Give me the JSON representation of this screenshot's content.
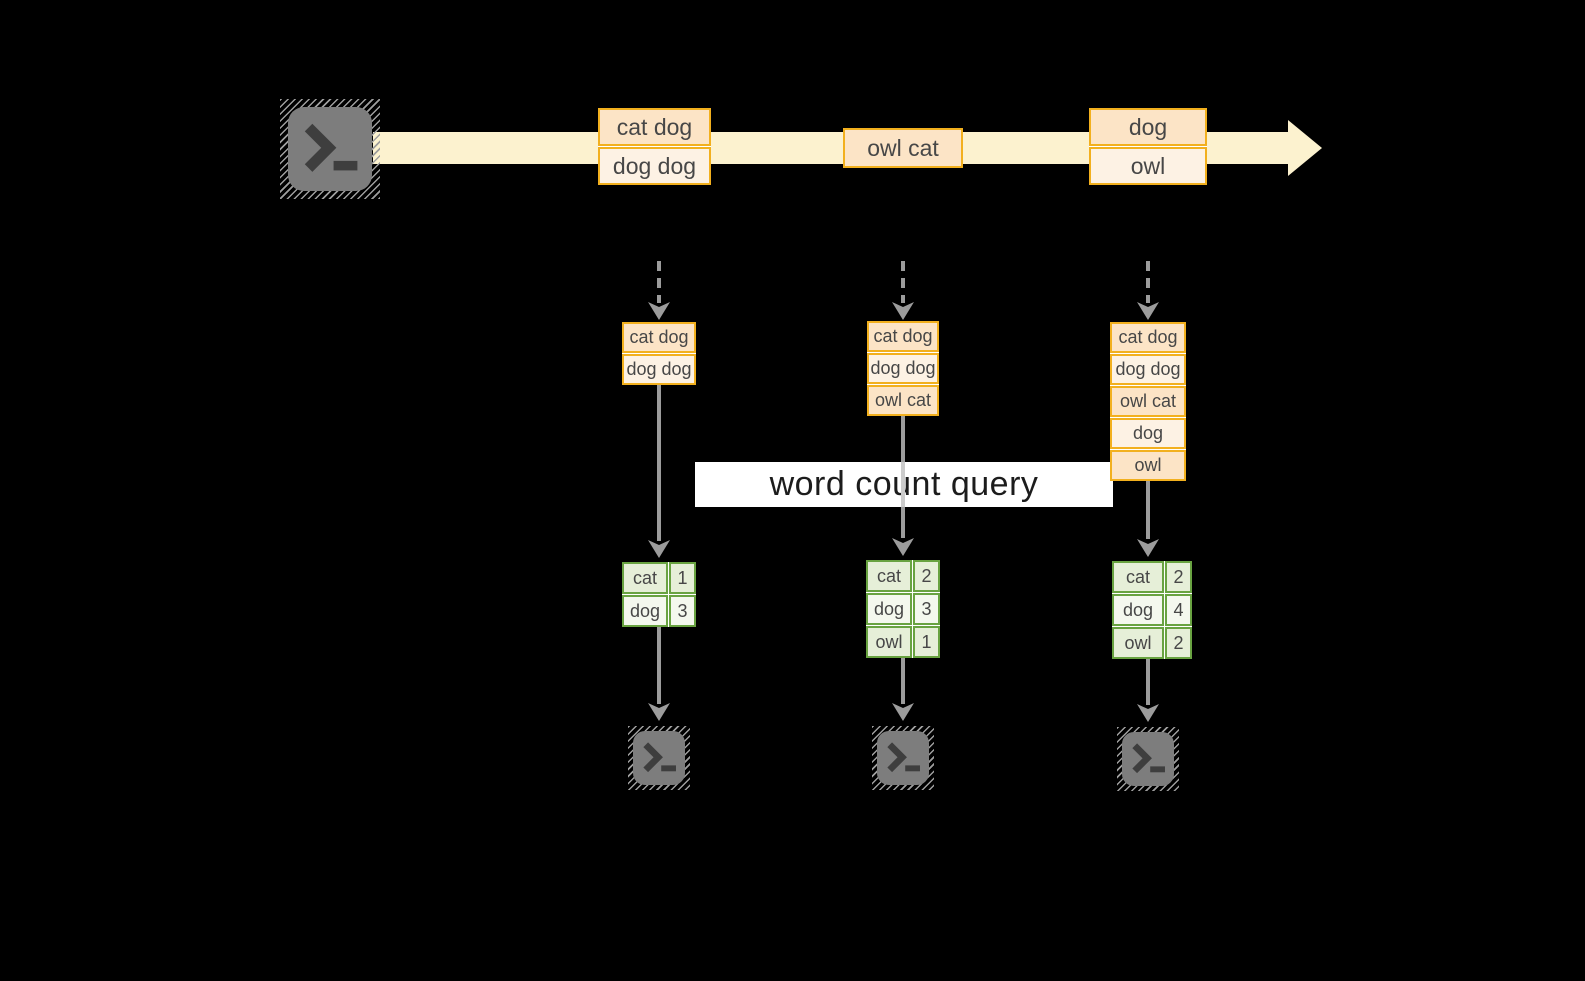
{
  "colors": {
    "background": "#000000",
    "band": "#FCF2CF",
    "orange_border": "#F2B01E",
    "orange_fill_dark": "#FCE4C6",
    "orange_fill_light": "#FDF2E4",
    "green_border": "#69A341",
    "green_fill_dark": "#E6EFD8",
    "green_fill_light": "#F4F8EE",
    "arrow_gray": "#9C9C9C",
    "terminal_gray": "#7d7d7d"
  },
  "icons": {
    "source_terminal": "terminal-icon",
    "output_terminal": "terminal-icon"
  },
  "query_label": "word count query",
  "timeline": {
    "batches": [
      {
        "rows": [
          "cat dog",
          "dog dog"
        ]
      },
      {
        "rows": [
          "owl cat"
        ]
      },
      {
        "rows": [
          "dog",
          "owl"
        ]
      }
    ]
  },
  "columns": [
    {
      "stream_rows": [
        "cat dog",
        "dog dog"
      ],
      "result": [
        {
          "word": "cat",
          "count": "1"
        },
        {
          "word": "dog",
          "count": "3"
        }
      ]
    },
    {
      "stream_rows": [
        "cat dog",
        "dog dog",
        "owl cat"
      ],
      "result": [
        {
          "word": "cat",
          "count": "2"
        },
        {
          "word": "dog",
          "count": "3"
        },
        {
          "word": "owl",
          "count": "1"
        }
      ]
    },
    {
      "stream_rows": [
        "cat dog",
        "dog dog",
        "owl cat",
        "dog",
        "owl"
      ],
      "result": [
        {
          "word": "cat",
          "count": "2"
        },
        {
          "word": "dog",
          "count": "4"
        },
        {
          "word": "owl",
          "count": "2"
        }
      ]
    }
  ]
}
